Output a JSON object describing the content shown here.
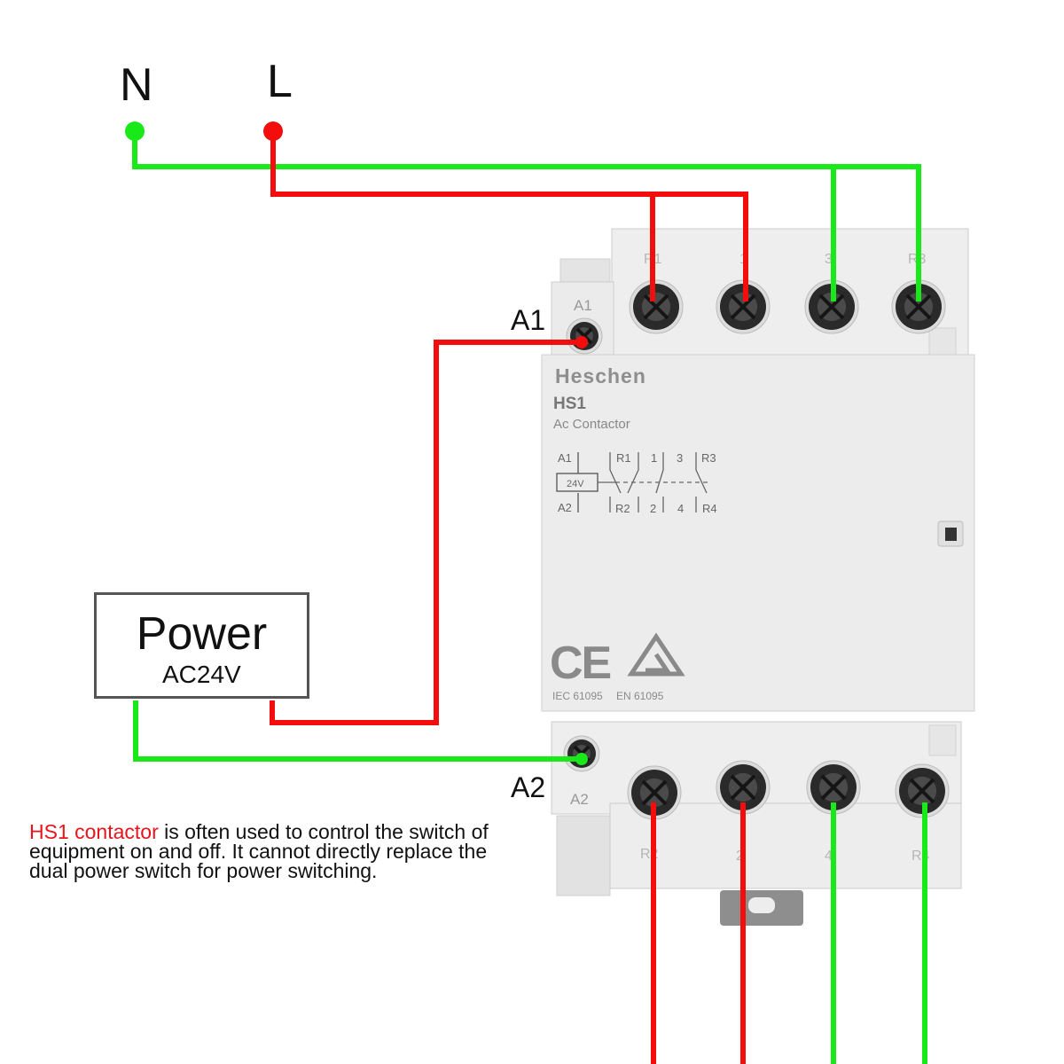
{
  "supply": {
    "neutral_label": "N",
    "live_label": "L"
  },
  "coil_terminals": {
    "a1": "A1",
    "a2": "A2"
  },
  "power": {
    "title": "Power",
    "voltage": "AC24V"
  },
  "device": {
    "brand": "Heschen",
    "model": "HS1",
    "type": "Ac Contactor",
    "top_terminals": [
      "R1",
      "1",
      "3",
      "R3"
    ],
    "bottom_terminals": [
      "R2",
      "2",
      "4",
      "R4"
    ],
    "a1": "A1",
    "a2": "A2",
    "schematic": {
      "coil_top": "A1",
      "coil_bottom": "A2",
      "coil_voltage": "24V",
      "top_contacts": [
        "R1",
        "1",
        "3",
        "R3"
      ],
      "bottom_contacts": [
        "R2",
        "2",
        "4",
        "R4"
      ]
    },
    "standards": [
      "IEC 61095",
      "EN 61095"
    ],
    "ce_mark": "CE"
  },
  "note": {
    "highlight": "HS1 contactor",
    "line1_rest": " is often used to control the switch of",
    "line2": "equipment on and off. It cannot directly replace the",
    "line3": "dual power switch for power switching."
  },
  "colors": {
    "live": "#f40d0d",
    "neutral": "#19e819",
    "device_body": "#ececec",
    "device_edge": "#c9c9c9"
  }
}
